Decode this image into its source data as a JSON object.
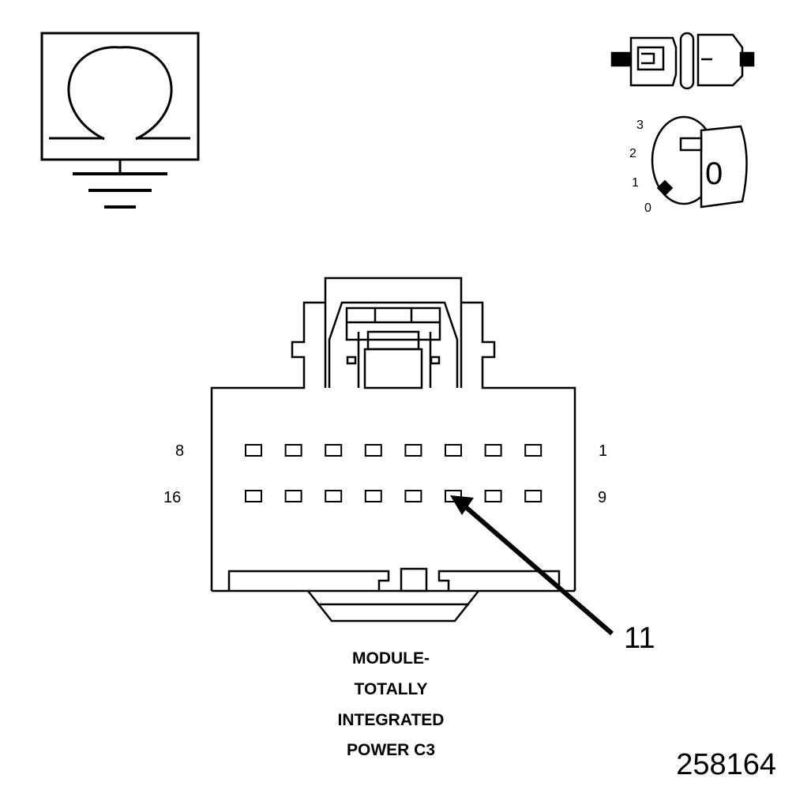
{
  "ohmmeter_icon": {
    "symbol": "ohm",
    "ground": true
  },
  "ignition_icon": {
    "positions": [
      "3",
      "2",
      "1",
      "0"
    ],
    "key_label": "0"
  },
  "connector": {
    "row1": {
      "left_label": "8",
      "right_label": "1",
      "cavity_count": 8
    },
    "row2": {
      "left_label": "16",
      "right_label": "9",
      "cavity_count": 8
    },
    "callout": {
      "label": "11",
      "pin": 11
    }
  },
  "caption": [
    "MODULE-",
    "TOTALLY",
    "INTEGRATED",
    "POWER C3"
  ],
  "figure_id": "258164",
  "colors": {
    "stroke": "#000000",
    "background": "#ffffff",
    "shade": "#eeeeee"
  }
}
